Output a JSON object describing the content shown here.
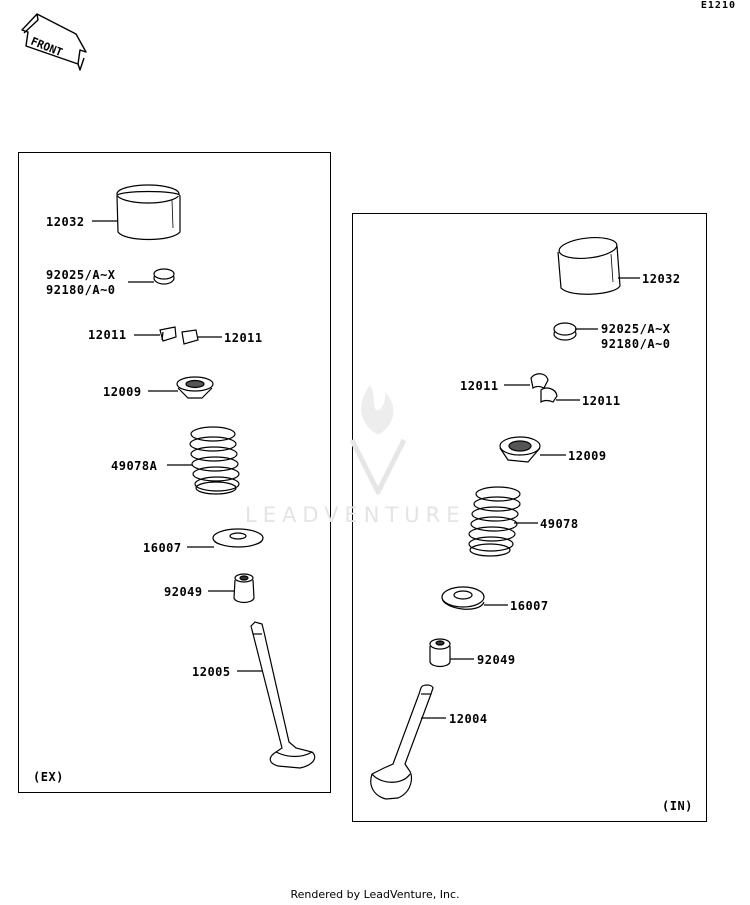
{
  "diagram": {
    "ref_code": "E1210",
    "front_label": "FRONT",
    "watermark": "LEADVENTURE",
    "footer": "Rendered by LeadVenture, Inc."
  },
  "exhaust_panel": {
    "label": "(EX)",
    "parts": {
      "tappet": "12032",
      "shim": "92025/A~X\n92180/A~0",
      "cotter_left": "12011",
      "cotter_right": "12011",
      "retainer": "12009",
      "spring": "49078A",
      "spring_seat": "16007",
      "stem_seal": "92049",
      "valve": "12005"
    }
  },
  "intake_panel": {
    "label": "(IN)",
    "parts": {
      "tappet": "12032",
      "shim": "92025/A~X\n92180/A~0",
      "cotter_left": "12011",
      "cotter_right": "12011",
      "retainer": "12009",
      "spring": "49078",
      "spring_seat": "16007",
      "stem_seal": "92049",
      "valve": "12004"
    }
  }
}
